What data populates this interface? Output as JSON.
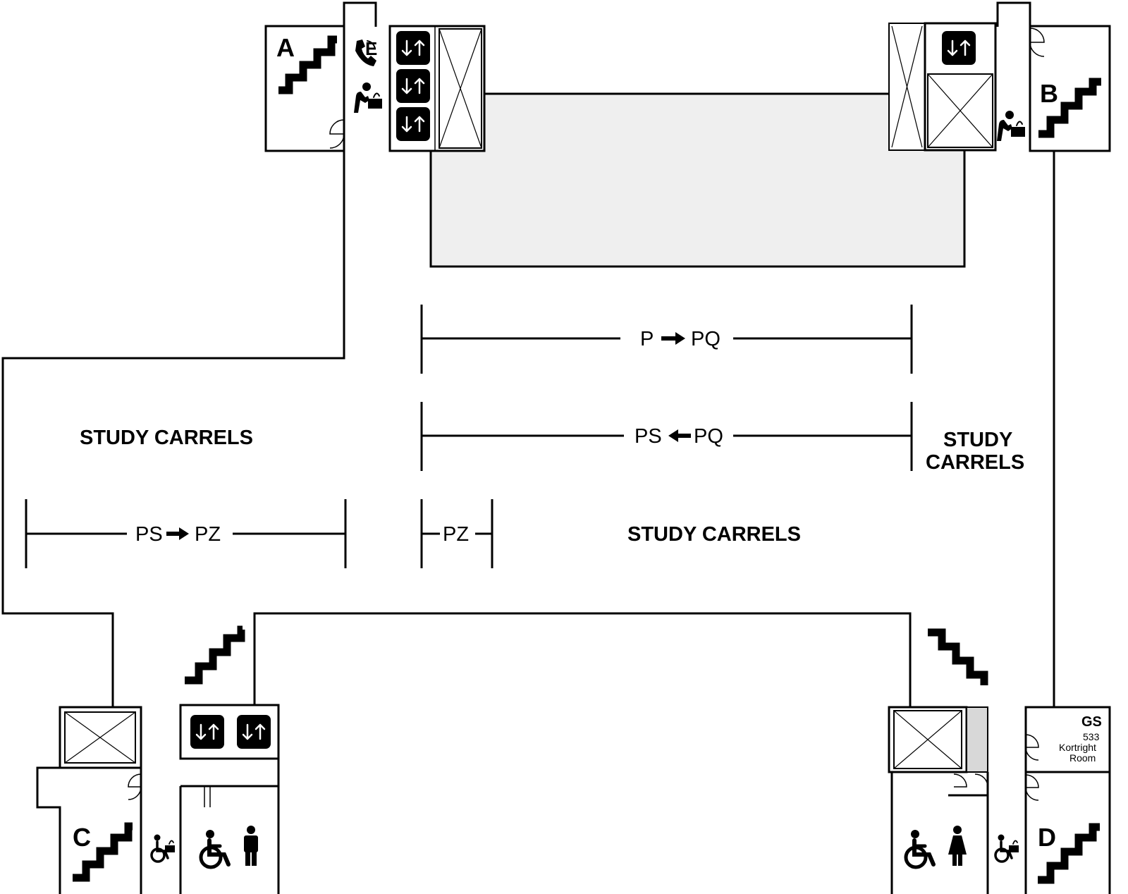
{
  "stairs": {
    "a": "A",
    "b": "B",
    "c": "C",
    "d": "D"
  },
  "e_label": "E",
  "ranges": {
    "r1": {
      "from": "P",
      "to": "PQ"
    },
    "r2": {
      "from": "PS",
      "to": "PQ"
    },
    "r3": {
      "from": "PS",
      "to": "PZ"
    },
    "r4": {
      "label": "PZ"
    }
  },
  "areas": {
    "study_left": "STUDY CARRELS",
    "study_right_line1": "STUDY",
    "study_right_line2": "CARRELS",
    "study_center": "STUDY CARRELS"
  },
  "gs_room": {
    "code": "GS",
    "number": "533",
    "name_line1": "Kortright",
    "name_line2": "Room"
  },
  "icons": [
    "stairs-icon",
    "elevator-icon",
    "telephone-icon",
    "drinking-fountain-icon",
    "accessible-drinking-fountain-icon",
    "accessible-icon",
    "mens-restroom-icon",
    "womens-restroom-icon",
    "door-icon"
  ],
  "colors": {
    "ink": "#000000",
    "atrium": "#efefef",
    "shaft_gray": "#d8d8d8"
  }
}
